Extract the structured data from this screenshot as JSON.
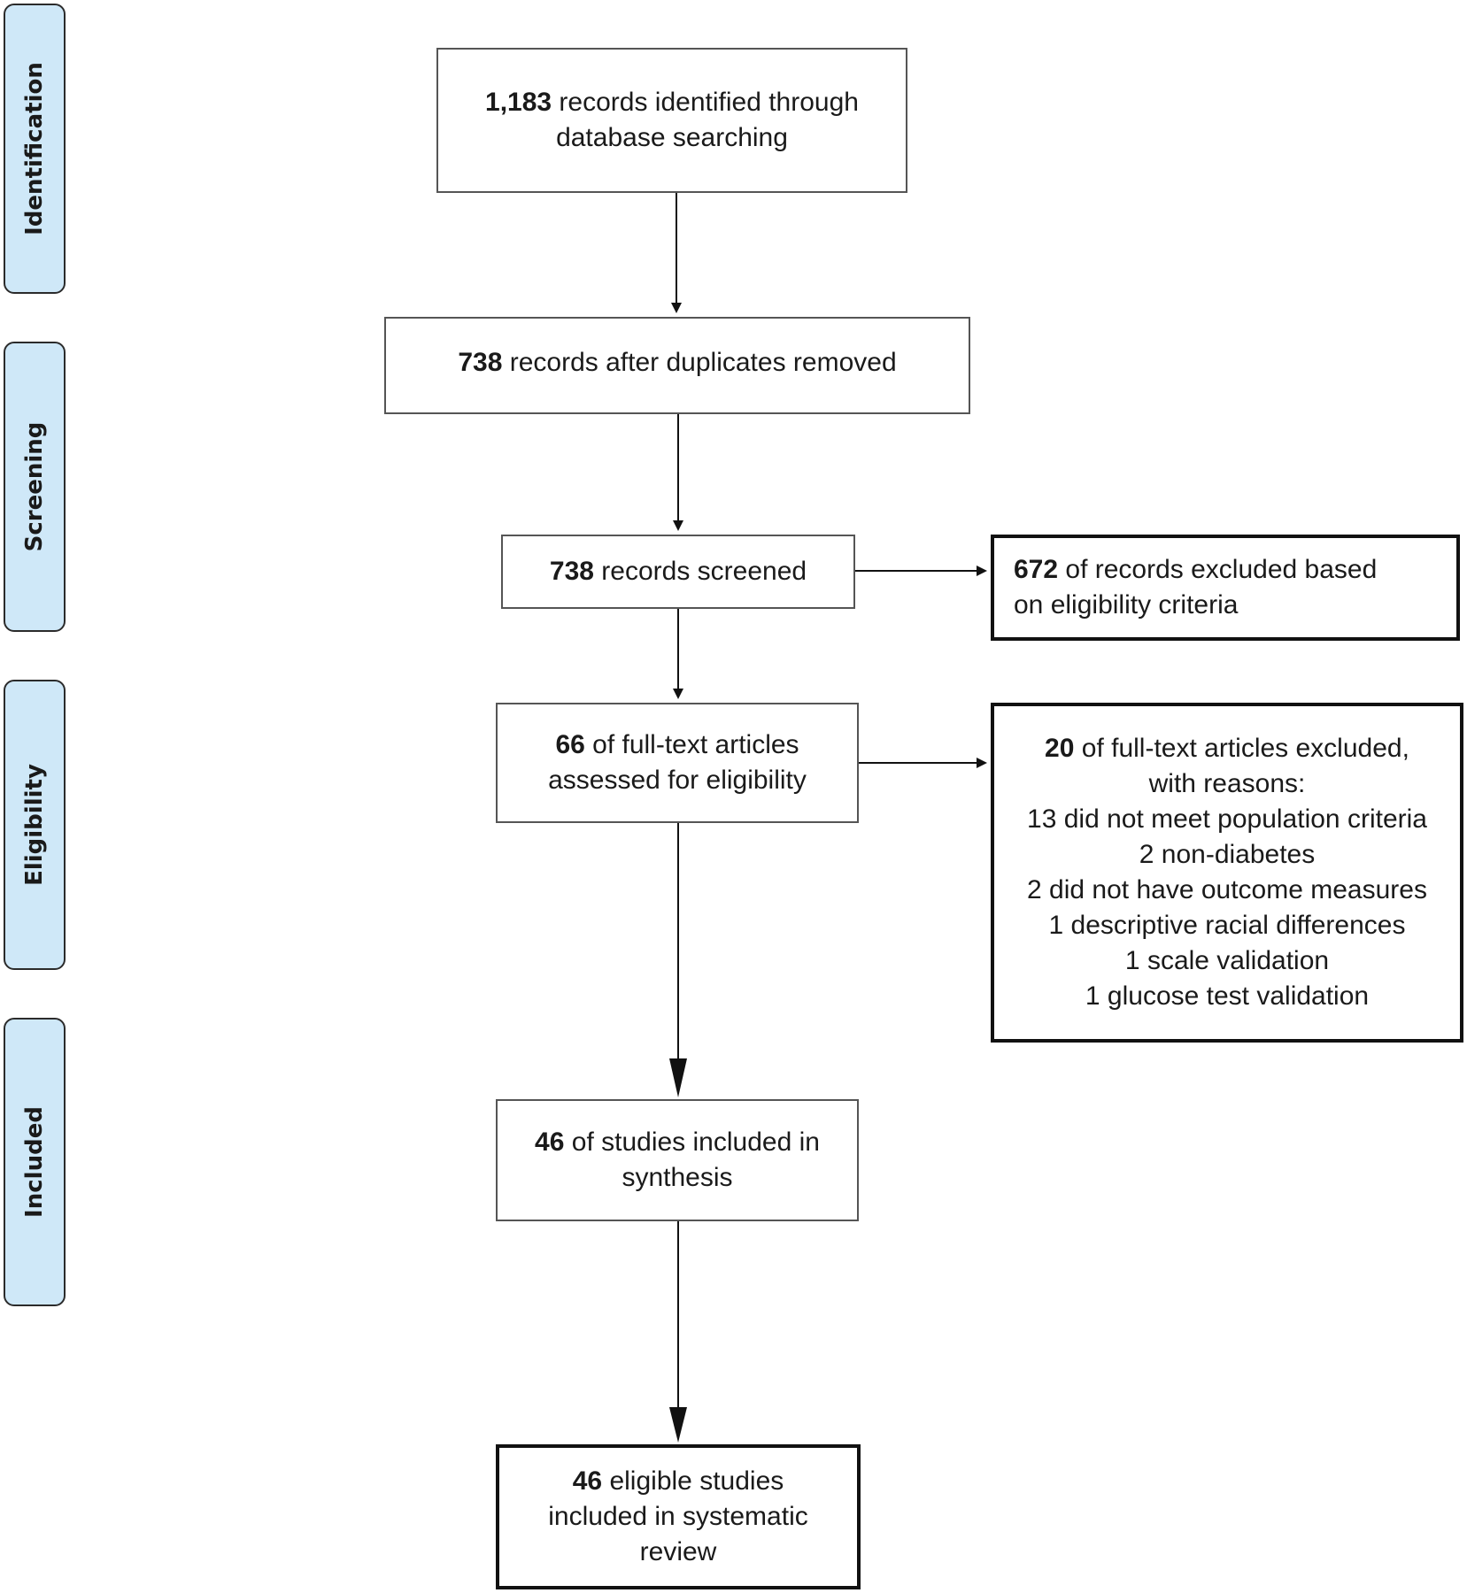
{
  "stages": {
    "identification": "Identification",
    "screening": "Screening",
    "eligibility": "Eligibility",
    "included": "Included"
  },
  "boxes": {
    "identified": {
      "count": "1,183",
      "line1_rest": " records identified through",
      "line2": "database searching"
    },
    "dedup": {
      "count": "738",
      "rest": " records after duplicates removed"
    },
    "screened": {
      "count": "738",
      "rest": " records screened"
    },
    "excluded": {
      "count": "672",
      "line1_rest": " of records excluded based",
      "line2": "on eligibility criteria"
    },
    "fulltext": {
      "count": "66",
      "line1_rest": " of full-text articles",
      "line2": "assessed for eligibility"
    },
    "fulltext_excluded": {
      "count": "20",
      "line1_rest": " of full-text articles excluded,",
      "line2": "with reasons:",
      "reasons": [
        "13 did not meet population criteria",
        "2 non-diabetes",
        "2 did not have outcome measures",
        "1 descriptive racial differences",
        "1 scale validation",
        "1 glucose test validation"
      ]
    },
    "synthesis": {
      "count": "46",
      "line1_rest": " of studies included in",
      "line2": "synthesis"
    },
    "final": {
      "count": "46",
      "line1_rest": " eligible studies",
      "line2": "included in systematic",
      "line3": "review"
    }
  }
}
